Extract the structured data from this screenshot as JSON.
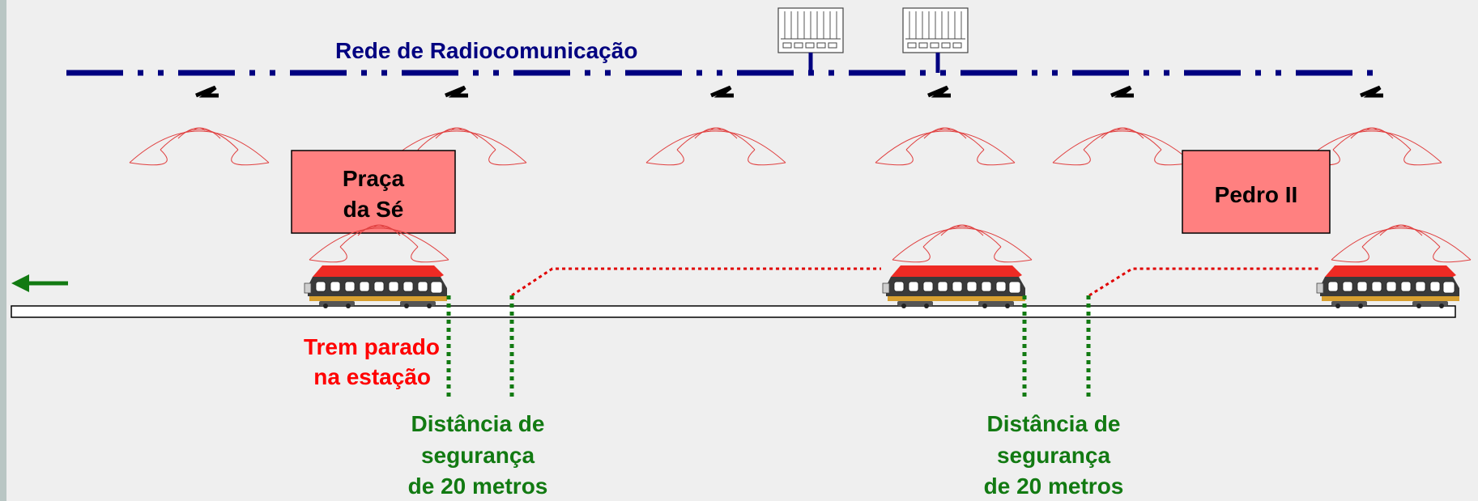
{
  "network": {
    "title": "Rede de Radiocomunicação",
    "color": "#000080"
  },
  "stations": [
    {
      "line1": "Praça",
      "line2": "da Sé"
    },
    {
      "line1": "Pedro II",
      "line2": ""
    }
  ],
  "stopped_train_label": {
    "line1": "Trem parado",
    "line2": "na estação",
    "color": "#ff0000"
  },
  "safety_distance_label": {
    "line1": "Distância de",
    "line2": "segurança",
    "line3": "de 20 metros",
    "color": "#127a12"
  },
  "colors": {
    "station_fill": "#ff8080",
    "radio_waves": "#e04040",
    "track_outline": "#000000",
    "direction_arrow": "#127a12",
    "separation_line": "#e00000"
  },
  "icons": {
    "antenna": "antenna-icon",
    "server": "server-rack-icon",
    "train": "train-icon",
    "arrow": "arrow-left-icon"
  }
}
